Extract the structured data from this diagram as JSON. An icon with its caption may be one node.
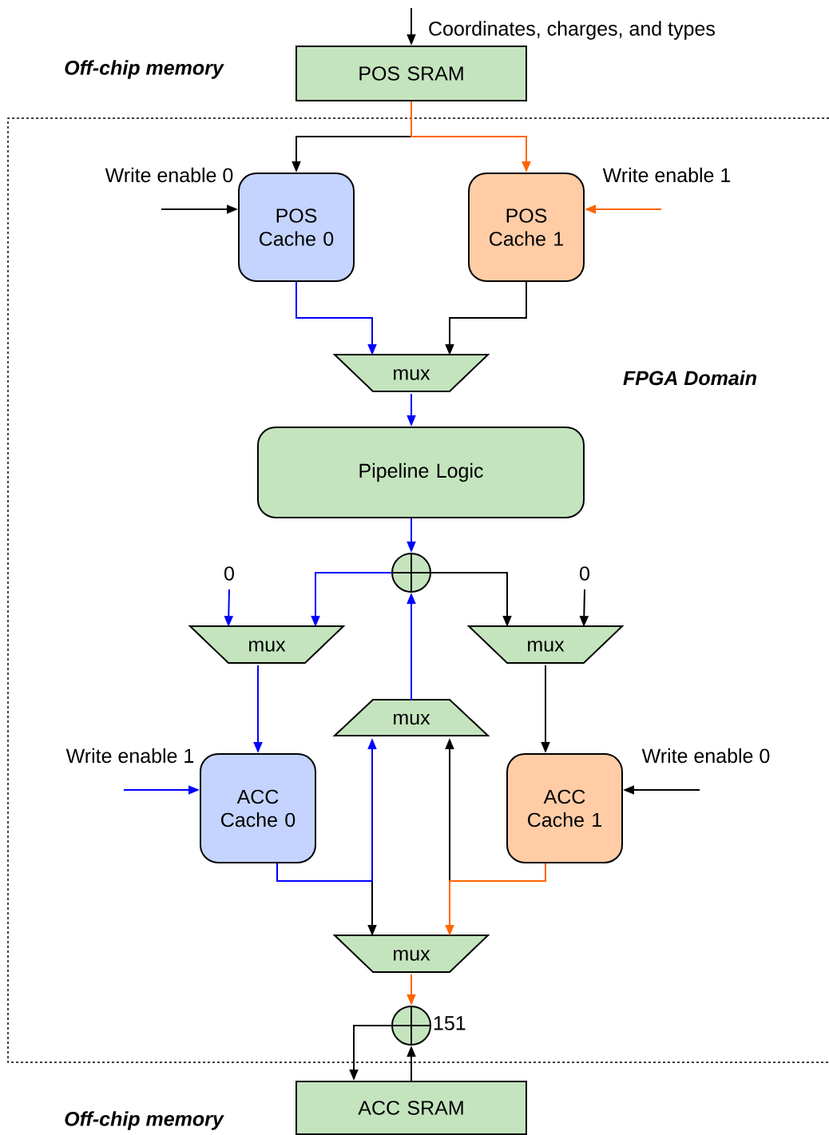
{
  "diagram": {
    "nodes": [
      {
        "text": [
          "POS SRAM"
        ]
      },
      {
        "text": [
          "POS Cache 0"
        ]
      },
      {
        "text": [
          "POS Cache 1"
        ]
      },
      {
        "text": [
          "mux"
        ]
      },
      {
        "text": [
          "Pipeline Logic"
        ]
      },
      {
        "text": [],
        "shape": "circle"
      },
      {
        "text": [
          "mux"
        ]
      },
      {
        "text": [
          "mux"
        ]
      },
      {
        "text": [
          "mux"
        ]
      },
      {
        "text": [
          "ACC Cache 0"
        ]
      },
      {
        "text": [
          "ACC Cache 1"
        ]
      },
      {
        "text": [
          "mux"
        ]
      },
      {
        "text": [],
        "shape": "circle",
        "beside": [
          "151"
        ]
      },
      {
        "text": [
          "ACC SRAM"
        ]
      },
      {
        "text": [
          "0"
        ]
      },
      {
        "text": [
          "0"
        ]
      }
    ],
    "edges": [
      {
        "from": null,
        "to": 0,
        "arrow": "to"
      },
      {
        "from": 0,
        "to": 1,
        "arrow": "to"
      },
      {
        "from": 0,
        "to": 2,
        "arrow": "to",
        "color": "#ff6600"
      },
      {
        "from": null,
        "to": 1,
        "arrow": "to"
      },
      {
        "from": null,
        "to": 2,
        "arrow": "to",
        "color": "#ff6600"
      },
      {
        "from": 1,
        "to": 3,
        "arrow": "to",
        "color": "#0000ff"
      },
      {
        "from": 2,
        "to": 3,
        "arrow": "to"
      },
      {
        "from": 3,
        "to": 4,
        "arrow": "to",
        "color": "#0000ff"
      },
      {
        "from": 4,
        "to": 5,
        "arrow": "to",
        "color": "#0000ff"
      },
      {
        "from": 5,
        "to": 6,
        "arrow": "to",
        "color": "#0000ff"
      },
      {
        "from": 5,
        "to": 7,
        "arrow": "to"
      },
      {
        "from": 14,
        "to": 6,
        "arrow": "to",
        "color": "#0000ff"
      },
      {
        "from": 15,
        "to": 7,
        "arrow": "to"
      },
      {
        "from": 6,
        "to": 9,
        "arrow": "to",
        "color": "#0000ff"
      },
      {
        "from": 7,
        "to": 10,
        "arrow": "to"
      },
      {
        "from": null,
        "to": 9,
        "arrow": "to",
        "color": "#0000ff"
      },
      {
        "from": null,
        "to": 10,
        "arrow": "to"
      },
      {
        "from": 9,
        "to": 11,
        "arrow": "to"
      },
      {
        "from": 9,
        "to": 8,
        "arrow": "to",
        "color": "#0000ff"
      },
      {
        "from": 10,
        "to": 8,
        "arrow": "to"
      },
      {
        "from": 10,
        "to": 11,
        "arrow": "to",
        "color": "#ff6600"
      },
      {
        "from": 8,
        "to": 5,
        "arrow": "to",
        "color": "#0000ff"
      },
      {
        "from": 11,
        "to": 12,
        "arrow": "to",
        "color": "#ff6600"
      },
      {
        "from": 12,
        "to": 13,
        "arrow": "to"
      },
      {
        "from": 13,
        "to": 12,
        "arrow": "to"
      }
    ],
    "labels": [
      "Coordinates, charges, and types",
      "Off-chip memory",
      "Write enable 0",
      "Write enable 1",
      "FPGA Domain",
      "Write enable 1",
      "Write enable 0",
      "Off-chip memory"
    ]
  }
}
